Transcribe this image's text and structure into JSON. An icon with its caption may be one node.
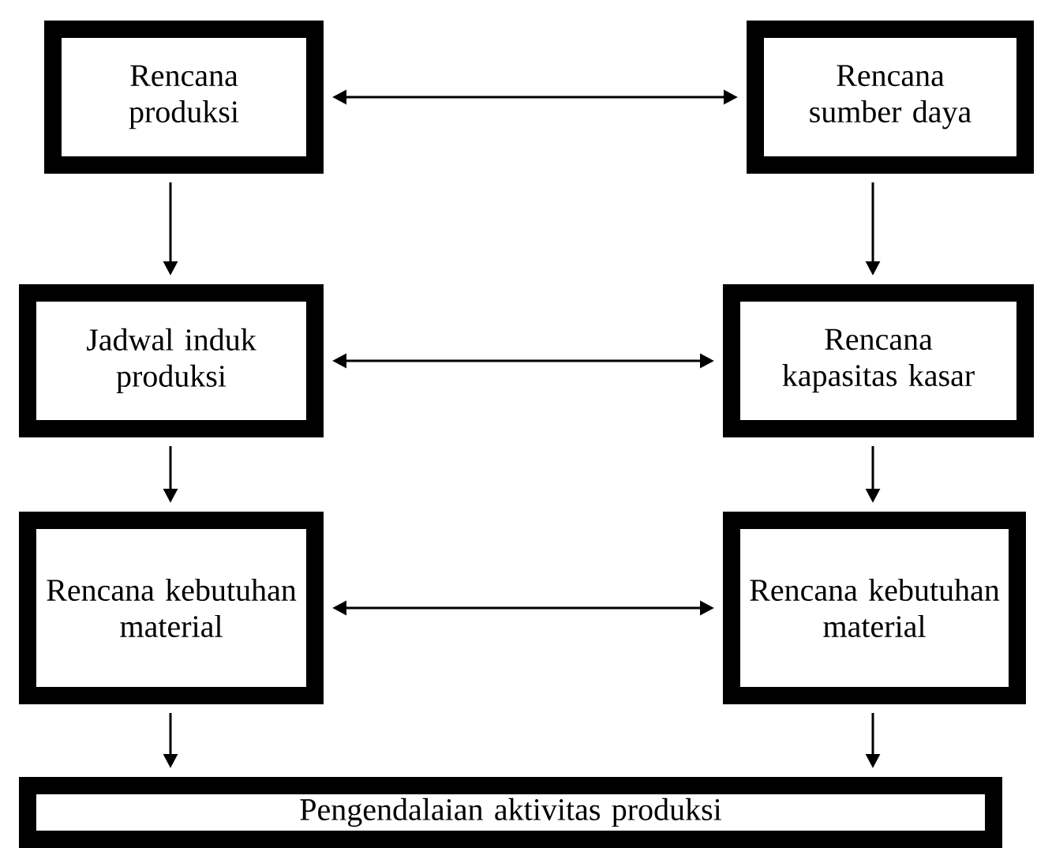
{
  "diagram": {
    "nodes": [
      {
        "text": [
          "Rencana produksi"
        ]
      },
      {
        "text": [
          "Rencana sumber daya"
        ]
      },
      {
        "text": [
          "Jadwal induk produksi"
        ]
      },
      {
        "text": [
          "Rencana kapasitas kasar"
        ]
      },
      {
        "text": [
          "Rencana kebutuhan material"
        ]
      },
      {
        "text": [
          "Rencana kebutuhan material"
        ]
      },
      {
        "text": [
          "Pengendalaian aktivitas produksi"
        ]
      }
    ],
    "edges": [
      {
        "from": 0,
        "to": 1,
        "arrow": "both"
      },
      {
        "from": 0,
        "to": 2,
        "arrow": "to"
      },
      {
        "from": 1,
        "to": 3,
        "arrow": "to"
      },
      {
        "from": 2,
        "to": 3,
        "arrow": "both"
      },
      {
        "from": 2,
        "to": 4,
        "arrow": "to"
      },
      {
        "from": 3,
        "to": 5,
        "arrow": "to"
      },
      {
        "from": 4,
        "to": 5,
        "arrow": "both"
      },
      {
        "from": 4,
        "to": 6,
        "arrow": "to"
      },
      {
        "from": 5,
        "to": 6,
        "arrow": "to"
      }
    ]
  }
}
